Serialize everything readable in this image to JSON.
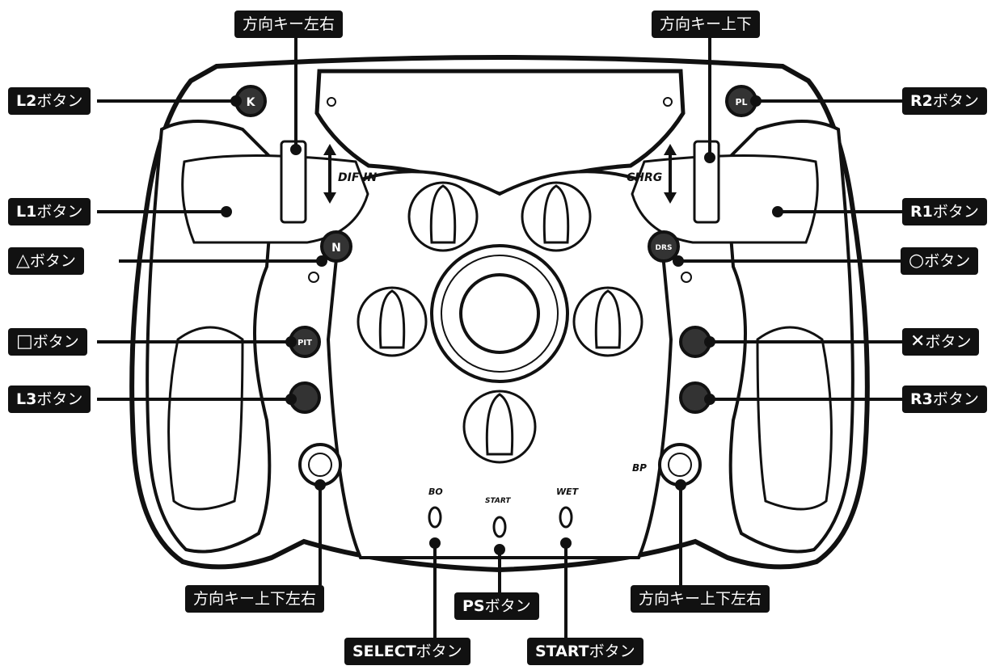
{
  "labels": {
    "dpad_lr": "方向キー左右",
    "dpad_ud": "方向キー上下",
    "l2": {
      "key": "L2",
      "text": "ボタン"
    },
    "r2": {
      "key": "R2",
      "text": "ボタン"
    },
    "l1": {
      "key": "L1",
      "text": "ボタン"
    },
    "r1": {
      "key": "R1",
      "text": "ボタン"
    },
    "triangle": {
      "sym": "△",
      "text": "ボタン"
    },
    "circle": {
      "sym": "○",
      "text": "ボタン"
    },
    "square": {
      "sym": "□",
      "text": "ボタン"
    },
    "cross": {
      "sym": "✕",
      "text": "ボタン"
    },
    "l3": {
      "key": "L3",
      "text": "ボタン"
    },
    "r3": {
      "key": "R3",
      "text": "ボタン"
    },
    "dpad_left": "方向キー上下左右",
    "dpad_right": "方向キー上下左右",
    "ps": {
      "key": "PS",
      "text": "ボタン"
    },
    "select": {
      "key": "SELECT",
      "text": "ボタン"
    },
    "start": {
      "key": "START",
      "text": "ボタン"
    }
  },
  "wheel": {
    "paddle_left": "DIF IN",
    "paddle_right": "CHRG",
    "btn_k": "K",
    "btn_pl": "PL",
    "btn_n": "N",
    "btn_drs": "DRS",
    "btn_pit": "PIT",
    "btn_bp": "BP",
    "switch_bo": "BO",
    "switch_start": "START",
    "switch_wet": "WET"
  }
}
